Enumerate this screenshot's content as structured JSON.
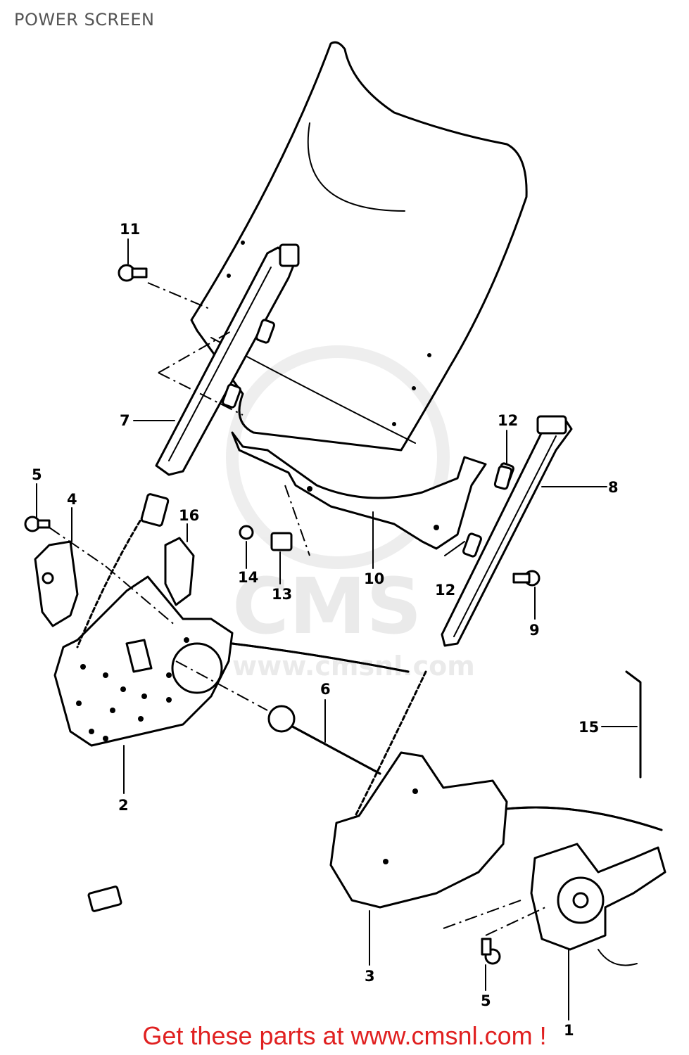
{
  "page": {
    "title": "POWER SCREEN",
    "footer": "Get these parts at www.cmsnl.com !",
    "watermark": "CMS",
    "watermark_url": "www.cmsnl.com"
  },
  "colors": {
    "title": "#555555",
    "footer": "#e02020",
    "line_art": "#000000",
    "watermark": "#e8e8e8"
  },
  "callouts": [
    "11",
    "7",
    "5",
    "4",
    "16",
    "12",
    "8",
    "14",
    "13",
    "10",
    "12",
    "9",
    "6",
    "15",
    "2",
    "3",
    "5",
    "1"
  ]
}
